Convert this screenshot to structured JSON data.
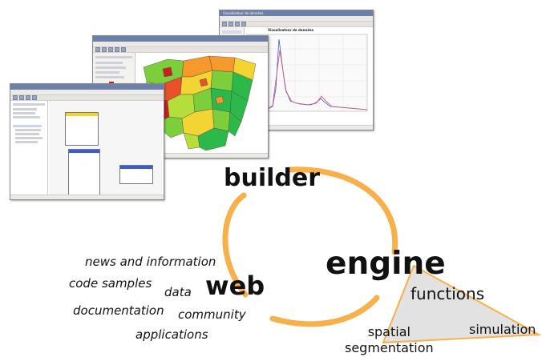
{
  "diagram": {
    "core_labels": {
      "builder": "builder",
      "engine": "engine",
      "web": "web"
    },
    "web_items": [
      "news and information",
      "code samples",
      "data",
      "documentation",
      "community",
      "applications"
    ],
    "engine_items": {
      "functions": "functions",
      "spatial_segmentation": "spatial\nsegmentation",
      "simulation": "simulation"
    },
    "colors": {
      "cycle_arc": "#f7b04a",
      "triangle_fill": "#e2e2e2",
      "triangle_stroke": "#f7b04a",
      "text": "#111111"
    }
  },
  "screens": {
    "chart_window": {
      "title": "Visualisateur de données"
    },
    "map_window": {
      "map_colors": [
        "#2db84a",
        "#7ccf3a",
        "#b5de3a",
        "#f2d533",
        "#f59a2a",
        "#e8512a",
        "#cc1f1f"
      ]
    },
    "tree_window": {}
  }
}
